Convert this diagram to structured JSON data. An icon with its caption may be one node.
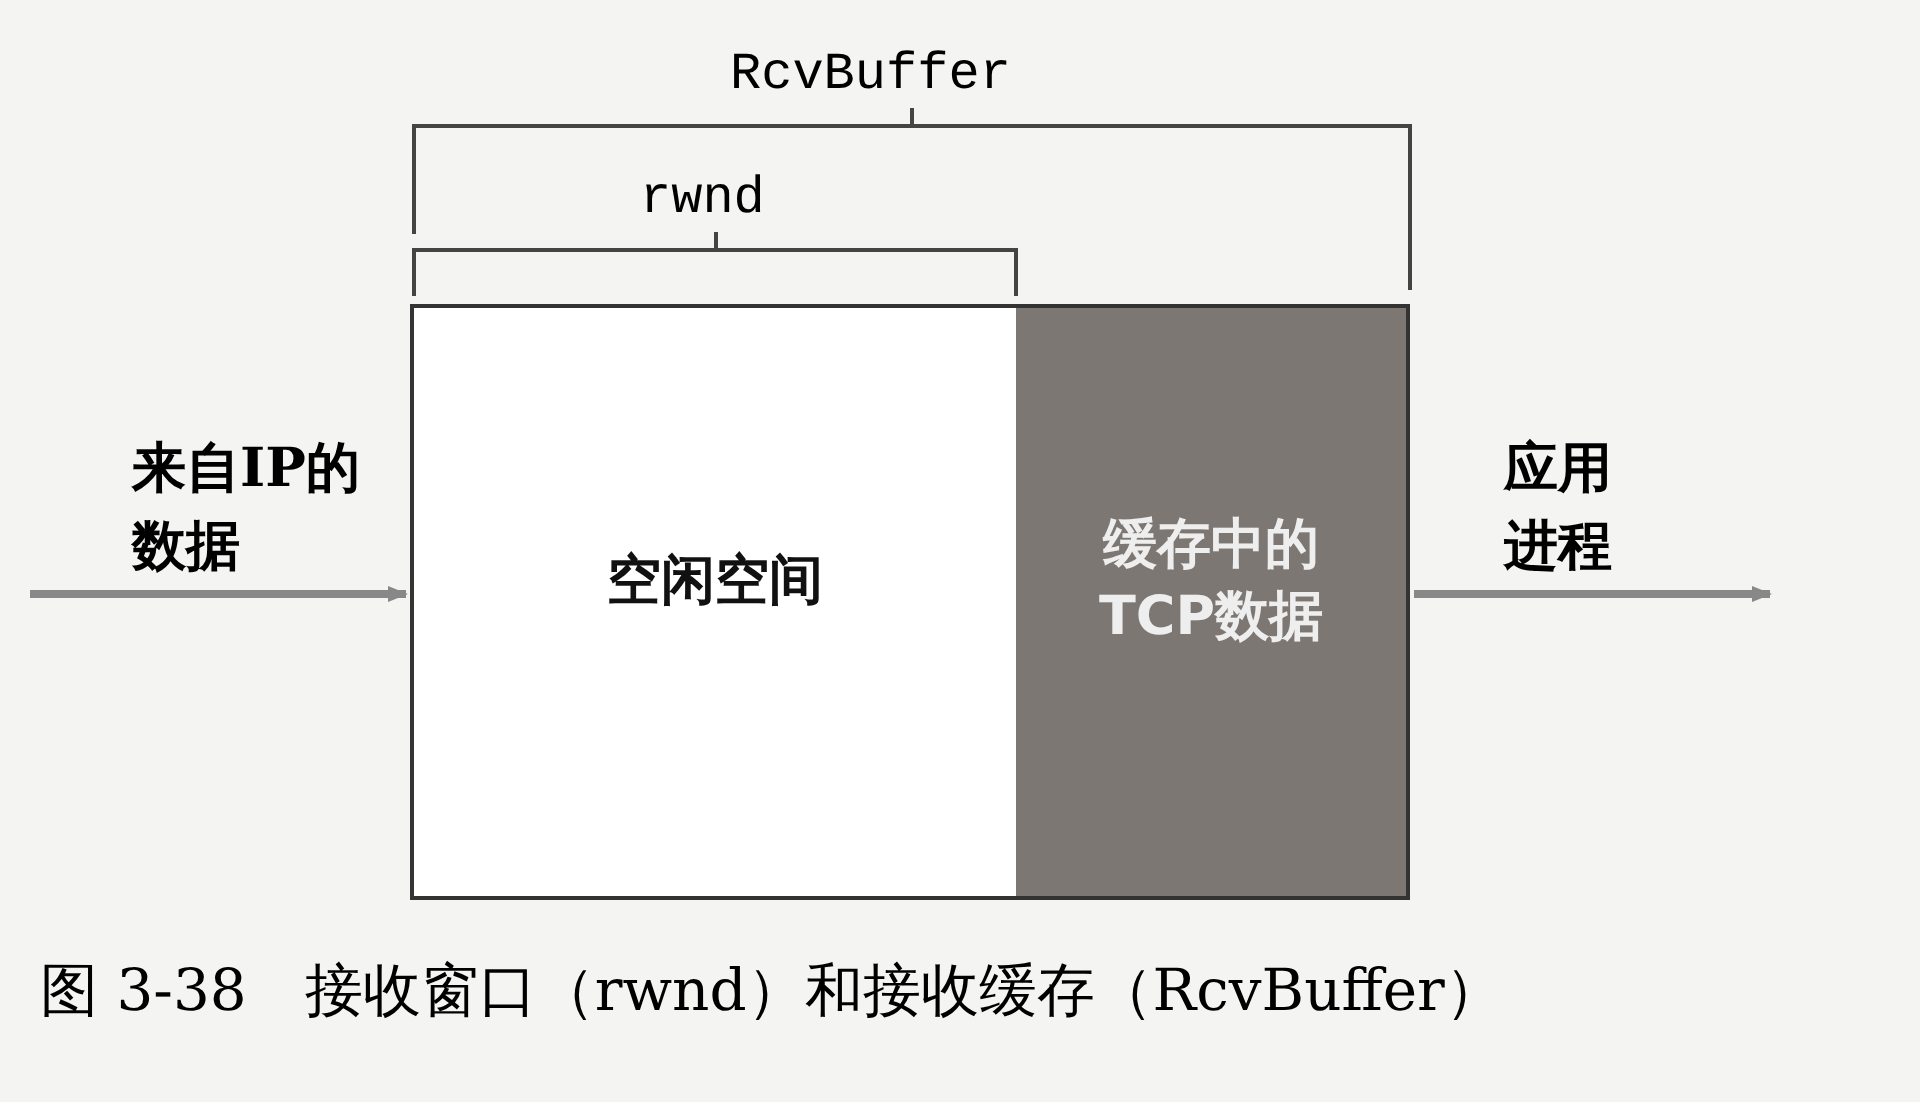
{
  "diagram": {
    "caption": "图 3-38　接收窗口（rwnd）和接收缓存（RcvBuffer）",
    "nodes": [
      {
        "text": [
          "空闲空间"
        ]
      },
      {
        "text": [
          "缓存中的TCP数据"
        ]
      }
    ],
    "edges": [
      {
        "from": null,
        "to": 0,
        "arrow": "to",
        "label": "来自IP的数据"
      },
      {
        "from": 1,
        "to": null,
        "arrow": "to",
        "label": "应用进程"
      }
    ],
    "labels": [
      "RcvBuffer",
      "rwnd"
    ]
  }
}
